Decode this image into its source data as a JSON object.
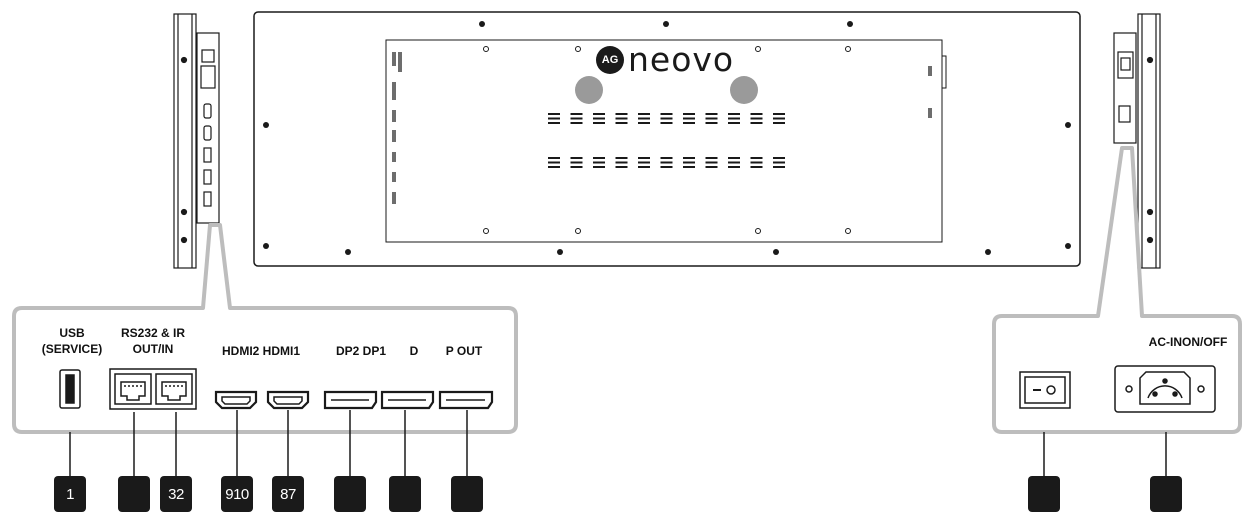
{
  "brand": {
    "mark": "AG",
    "name": "neovo"
  },
  "left_panel": {
    "labels": {
      "usb": [
        "USB",
        "(SERVICE)"
      ],
      "rs232": [
        "RS232 & IR",
        "OUT/IN"
      ],
      "hdmi": "HDMI2 HDMI1",
      "dp": "DP2 DP1",
      "d": "D",
      "pout": "P OUT"
    }
  },
  "right_panel": {
    "labels": {
      "ac": "AC-INON/OFF"
    }
  },
  "callouts": [
    {
      "id": "usb-service",
      "text": "1"
    },
    {
      "id": "rs232-out",
      "text": ""
    },
    {
      "id": "ir-in",
      "text": "32"
    },
    {
      "id": "hdmi2",
      "text": "910"
    },
    {
      "id": "hdmi1",
      "text": "87"
    },
    {
      "id": "dp2",
      "text": ""
    },
    {
      "id": "dp1",
      "text": ""
    },
    {
      "id": "dp-out",
      "text": ""
    },
    {
      "id": "power-switch",
      "text": ""
    },
    {
      "id": "ac-in",
      "text": ""
    }
  ],
  "colors": {
    "line": "#1a1a1a",
    "panel_border": "#bdbdbd",
    "badge": "#1a1a1a"
  }
}
